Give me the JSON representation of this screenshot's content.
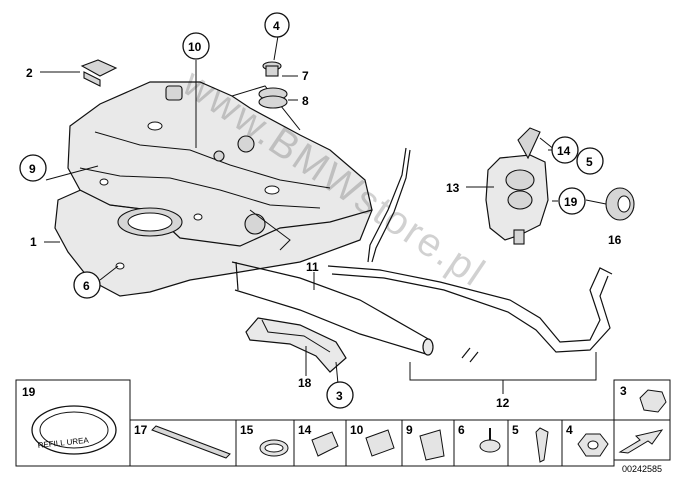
{
  "diagram": {
    "watermark": "www.BMWstore.pl",
    "callouts": {
      "c1": "1",
      "c2": "2",
      "c3": "3",
      "c4": "4",
      "c5": "5",
      "c6": "6",
      "c7": "7",
      "c8": "8",
      "c9": "9",
      "c10": "10",
      "c11": "11",
      "c12": "12",
      "c13": "13",
      "c14": "14",
      "c16": "16",
      "c18": "18",
      "c19": "19"
    },
    "legend": {
      "cell_19": "19",
      "cell_19_text": "REFILL UREA",
      "cell_17": "17",
      "cell_15": "15",
      "cell_14": "14",
      "cell_10": "10",
      "cell_9": "9",
      "cell_6": "6",
      "cell_5": "5",
      "cell_4": "4",
      "cell_3": "3"
    },
    "image_number": "00242585"
  }
}
